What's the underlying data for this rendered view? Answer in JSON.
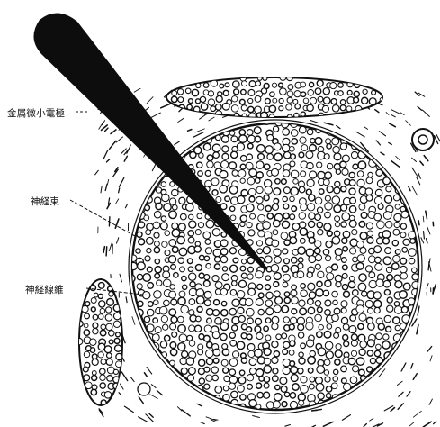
{
  "labels": {
    "electrode": "金属微小電極",
    "nerve_bundle": "神経束",
    "nerve_fiber": "神経線維"
  },
  "colors": {
    "ink": "#111111",
    "paper": "#ffffff",
    "electrode": "#0d0d0d"
  }
}
